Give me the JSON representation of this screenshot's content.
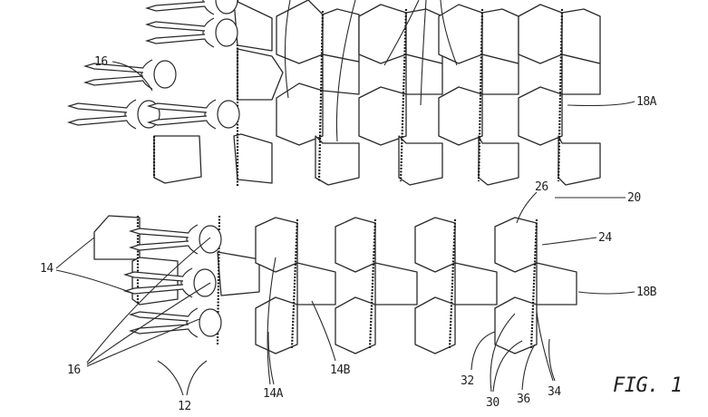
{
  "figure": {
    "title": "FIG. 1"
  },
  "labels": {
    "l16_top": "16",
    "l18a": "18A",
    "l26": "26",
    "l20": "20",
    "l24": "24",
    "l14": "14",
    "l18b": "18B",
    "l16_bottom": "16",
    "l12": "12",
    "l14a": "14A",
    "l14b": "14B",
    "l32": "32",
    "l30": "30",
    "l36": "36",
    "l34": "34"
  },
  "icons": {
    "seat_module": "hexagonal-seat-module",
    "passenger": "seated-passenger-figure"
  },
  "colors": {
    "line": "#2a2a2a",
    "background": "#ffffff"
  }
}
